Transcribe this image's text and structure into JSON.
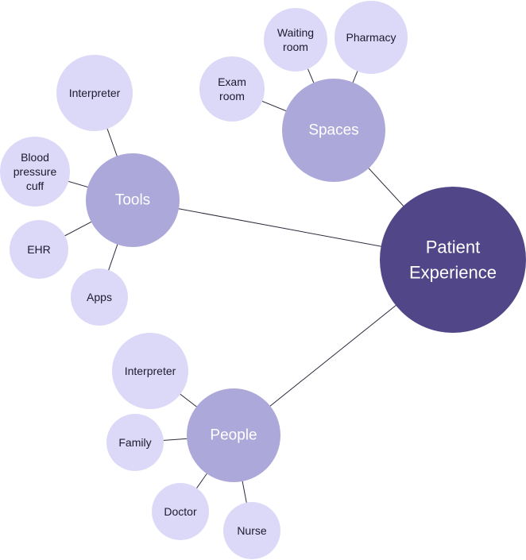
{
  "colors": {
    "root": "#514687",
    "category": "#ada8da",
    "leaf": "#dcd9f8",
    "edge": "#2c2a3c",
    "leaf_text": "#1c1a2e",
    "category_text": "#ffffff",
    "root_text": "#ffffff"
  },
  "diagram": {
    "root": {
      "label": [
        "Patient",
        "Experience"
      ]
    },
    "categories": [
      {
        "id": "spaces",
        "label": [
          "Spaces"
        ],
        "leaves": [
          {
            "id": "waiting-room",
            "label": [
              "Waiting",
              "room"
            ]
          },
          {
            "id": "pharmacy",
            "label": [
              "Pharmacy"
            ]
          },
          {
            "id": "exam-room",
            "label": [
              "Exam",
              "room"
            ]
          }
        ]
      },
      {
        "id": "tools",
        "label": [
          "Tools"
        ],
        "leaves": [
          {
            "id": "interpreter-tool",
            "label": [
              "Interpreter"
            ]
          },
          {
            "id": "blood-pressure-cuff",
            "label": [
              "Blood",
              "pressure",
              "cuff"
            ]
          },
          {
            "id": "ehr",
            "label": [
              "EHR"
            ]
          },
          {
            "id": "apps",
            "label": [
              "Apps"
            ]
          }
        ]
      },
      {
        "id": "people",
        "label": [
          "People"
        ],
        "leaves": [
          {
            "id": "interpreter-person",
            "label": [
              "Interpreter"
            ]
          },
          {
            "id": "family",
            "label": [
              "Family"
            ]
          },
          {
            "id": "doctor",
            "label": [
              "Doctor"
            ]
          },
          {
            "id": "nurse",
            "label": [
              "Nurse"
            ]
          }
        ]
      }
    ]
  }
}
